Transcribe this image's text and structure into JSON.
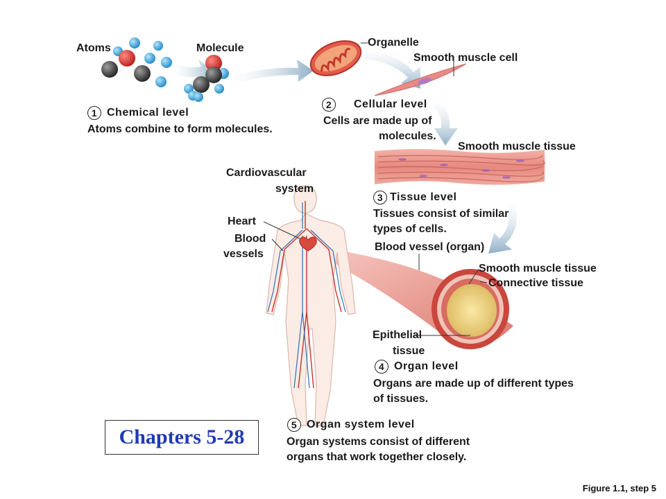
{
  "labels": {
    "atoms": "Atoms",
    "molecule": "Molecule",
    "organelle": "Organelle",
    "smooth_muscle_cell": "Smooth muscle cell",
    "smooth_muscle_tissue_top": "Smooth muscle tissue",
    "cardiovascular_line1": "Cardiovascular",
    "cardiovascular_line2": "system",
    "heart": "Heart",
    "blood_vessels_line1": "Blood",
    "blood_vessels_line2": "vessels",
    "blood_vessel_organ": "Blood vessel (organ)",
    "smooth_muscle_tissue_organ": "Smooth muscle tissue",
    "connective_tissue": "Connective tissue",
    "epithelial_line1": "Epithelial",
    "epithelial_line2": "tissue"
  },
  "levels": [
    {
      "number": "1",
      "title": "Chemical level",
      "description": "Atoms combine to form molecules."
    },
    {
      "number": "2",
      "title": "Cellular level",
      "description_line1": "Cells are made up of",
      "description_line2": "molecules."
    },
    {
      "number": "3",
      "title": "Tissue level",
      "description_line1": "Tissues consist of similar",
      "description_line2": "types of cells."
    },
    {
      "number": "4",
      "title": "Organ level",
      "description_line1": "Organs are made up of different types",
      "description_line2": "of tissues."
    },
    {
      "number": "5",
      "title": "Organ system level",
      "description_line1": "Organ systems consist of different",
      "description_line2": "organs that work together closely."
    }
  ],
  "callout": {
    "text": "Chapters 5-28",
    "color": "#1f3bb3"
  },
  "figure_caption": "Figure 1.1, step 5",
  "colors": {
    "arrow": "#9fb8c9",
    "muscle_pink": "#e98a86",
    "artery_red": "#c9302c",
    "vein_blue": "#2f6fb5",
    "atom_red": "#d32f2f",
    "atom_blue": "#3fa9e0",
    "atom_gray": "#4a4a4a"
  },
  "icons": [
    "atom-icon",
    "molecule-icon",
    "mitochondrion-icon",
    "smooth-muscle-cell-icon",
    "muscle-tissue-icon",
    "blood-vessel-icon",
    "human-body-icon",
    "heart-icon"
  ]
}
